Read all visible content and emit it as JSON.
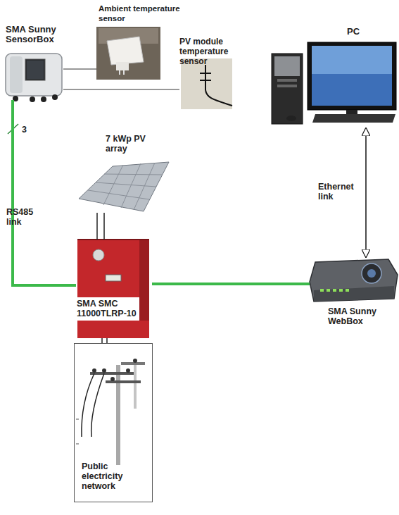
{
  "diagram": {
    "nodes": [
      {
        "text": [
          "SMA Sunny SensorBox"
        ]
      },
      {
        "text": [
          "Ambient temperature sensor"
        ]
      },
      {
        "text": [
          "PV module temperature sensor"
        ]
      },
      {
        "text": [
          "PC"
        ]
      },
      {
        "text": [
          "7 kWp PV array"
        ]
      },
      {
        "text": [
          "SMA SMC 11000TLRP-10"
        ]
      },
      {
        "text": [
          "SMA Sunny WebBox"
        ]
      },
      {
        "text": [
          "Public electricity network"
        ]
      }
    ],
    "edges": [
      {
        "from": 0,
        "to": 1,
        "arrow": "none"
      },
      {
        "from": 0,
        "to": 2,
        "arrow": "none"
      },
      {
        "from": 0,
        "to": 5,
        "label": "RS485 link",
        "arrow": "none"
      },
      {
        "from": 5,
        "to": 6,
        "arrow": "none"
      },
      {
        "from": 6,
        "to": 3,
        "label": "Ethernet link",
        "arrow": "both"
      },
      {
        "from": 4,
        "to": 5,
        "arrow": "none"
      },
      {
        "from": 5,
        "to": 7,
        "arrow": "none"
      }
    ],
    "labels": [
      "3"
    ]
  }
}
